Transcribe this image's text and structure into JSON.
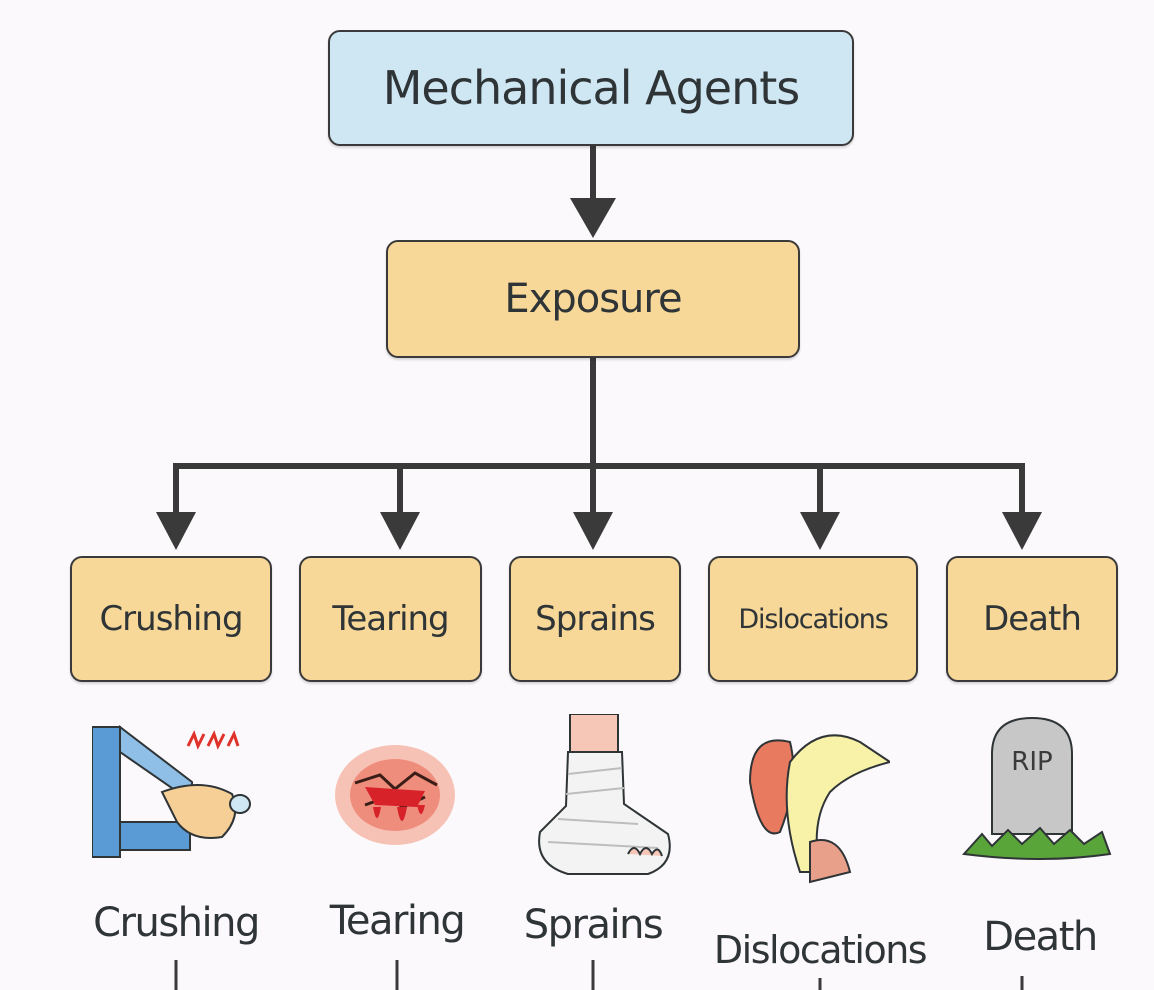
{
  "root": {
    "label": "Mechanical Agents"
  },
  "middle": {
    "label": "Exposure"
  },
  "outcomes": [
    {
      "label": "Crushing",
      "caption": "Crushing",
      "icon": "crushing-hand-icon"
    },
    {
      "label": "Tearing",
      "caption": "Tearing",
      "icon": "torn-skin-icon"
    },
    {
      "label": "Sprains",
      "caption": "Sprains",
      "icon": "bandaged-foot-icon"
    },
    {
      "label": "Dislocations",
      "caption": "Dislocations",
      "icon": "dislocated-joint-icon"
    },
    {
      "label": "Death",
      "caption": "Death",
      "icon": "tombstone-icon"
    }
  ],
  "tombstone_text": "RIP",
  "colors": {
    "root_fill": "#cfe6f3",
    "box_fill": "#f8d898",
    "connector": "#3a3a3a",
    "background": "#fbf9fb"
  }
}
